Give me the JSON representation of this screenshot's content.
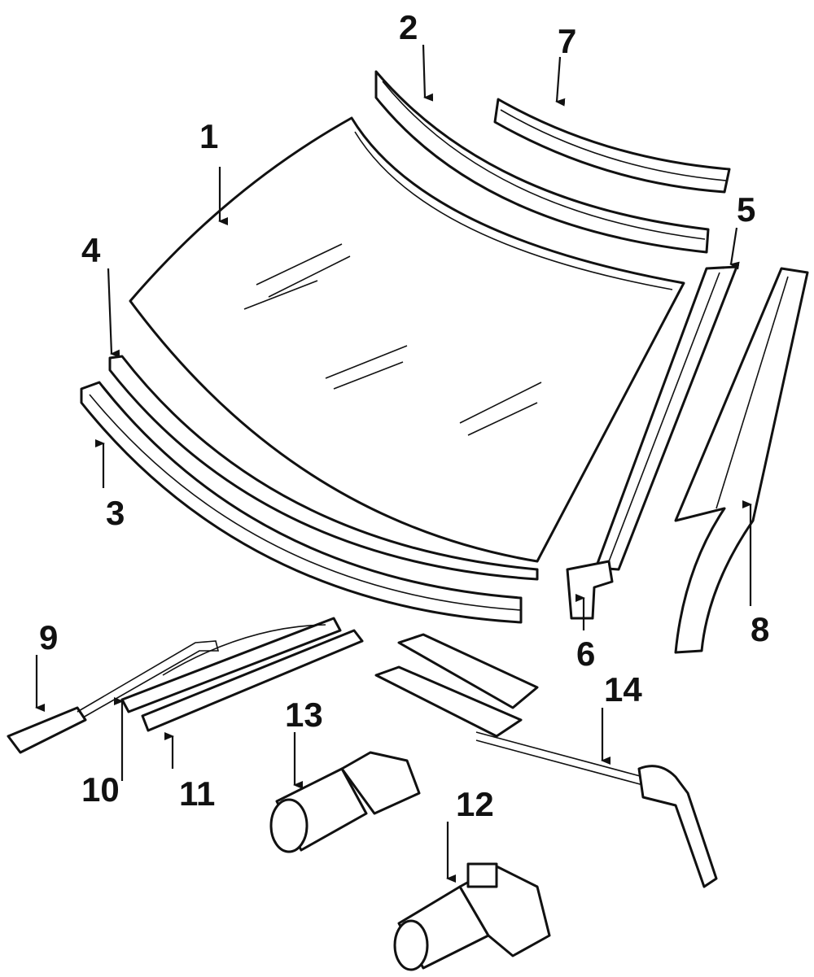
{
  "diagram": {
    "title": "Windshield and wiper parts diagram",
    "callouts": [
      {
        "id": "1",
        "label": "1"
      },
      {
        "id": "2",
        "label": "2"
      },
      {
        "id": "3",
        "label": "3"
      },
      {
        "id": "4",
        "label": "4"
      },
      {
        "id": "5",
        "label": "5"
      },
      {
        "id": "6",
        "label": "6"
      },
      {
        "id": "7",
        "label": "7"
      },
      {
        "id": "8",
        "label": "8"
      },
      {
        "id": "9",
        "label": "9"
      },
      {
        "id": "10",
        "label": "10"
      },
      {
        "id": "11",
        "label": "11"
      },
      {
        "id": "12",
        "label": "12"
      },
      {
        "id": "13",
        "label": "13"
      },
      {
        "id": "14",
        "label": "14"
      }
    ]
  }
}
